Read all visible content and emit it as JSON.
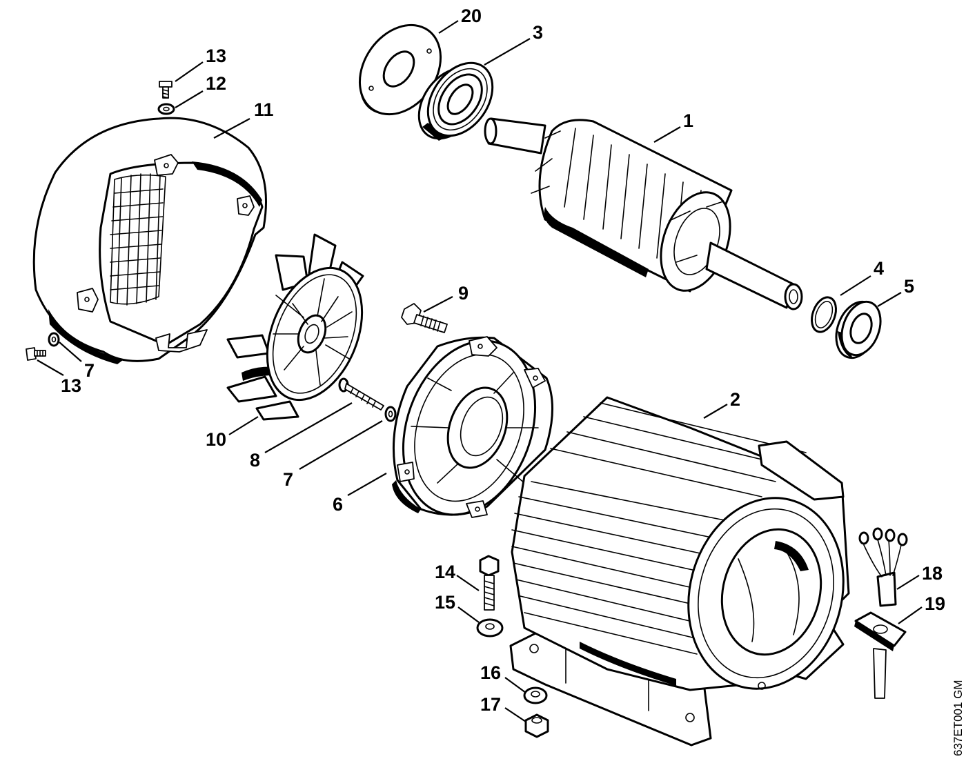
{
  "drawing_code": "637ET001 GM",
  "callouts": [
    {
      "id": "c20",
      "text": "20"
    },
    {
      "id": "c3",
      "text": "3"
    },
    {
      "id": "c1",
      "text": "1"
    },
    {
      "id": "c4",
      "text": "4"
    },
    {
      "id": "c5",
      "text": "5"
    },
    {
      "id": "c13a",
      "text": "13"
    },
    {
      "id": "c12",
      "text": "12"
    },
    {
      "id": "c11",
      "text": "11"
    },
    {
      "id": "c9",
      "text": "9"
    },
    {
      "id": "c7a",
      "text": "7"
    },
    {
      "id": "c13b",
      "text": "13"
    },
    {
      "id": "c10",
      "text": "10"
    },
    {
      "id": "c8",
      "text": "8"
    },
    {
      "id": "c7b",
      "text": "7"
    },
    {
      "id": "c6",
      "text": "6"
    },
    {
      "id": "c2",
      "text": "2"
    },
    {
      "id": "c14",
      "text": "14"
    },
    {
      "id": "c15",
      "text": "15"
    },
    {
      "id": "c16",
      "text": "16"
    },
    {
      "id": "c17",
      "text": "17"
    },
    {
      "id": "c18",
      "text": "18"
    },
    {
      "id": "c19",
      "text": "19"
    }
  ]
}
